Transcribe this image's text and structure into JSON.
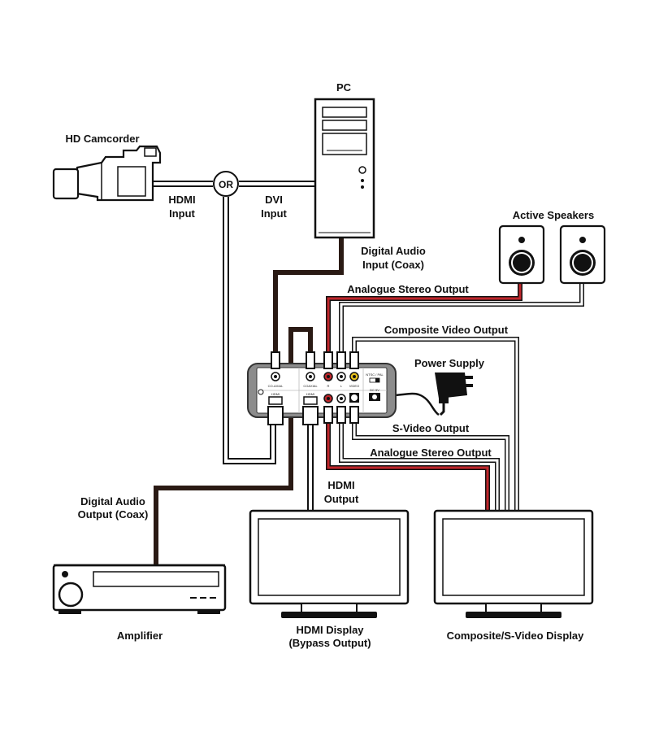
{
  "labels": {
    "pc": "PC",
    "hd_camcorder": "HD Camcorder",
    "or": "OR",
    "hdmi_input_1": "HDMI",
    "hdmi_input_2": "Input",
    "dvi_input_1": "DVI",
    "dvi_input_2": "Input",
    "digital_audio_input_1": "Digital Audio",
    "digital_audio_input_2": "Input (Coax)",
    "active_speakers": "Active Speakers",
    "analogue_stereo_output_top": "Analogue Stereo Output",
    "composite_video_output": "Composite Video Output",
    "power_supply": "Power Supply",
    "svideo_output": "S-Video Output",
    "analogue_stereo_output_bottom": "Analogue Stereo Output",
    "digital_audio_output_1": "Digital Audio",
    "digital_audio_output_2": "Output (Coax)",
    "hdmi_output_1": "HDMI",
    "hdmi_output_2": "Output",
    "amplifier": "Amplifier",
    "hdmi_display_1": "HDMI Display",
    "hdmi_display_2": "(Bypass Output)",
    "composite_display": "Composite/S-Video Display"
  },
  "device_panel": {
    "top_left_port": "CO-AXIAL",
    "top_mid_port": "COAXIAL",
    "top_r": "R",
    "top_l": "L",
    "top_video": "VIDEO",
    "switch": "NTSC / PAL",
    "bottom_left_port": "HDMI",
    "bottom_mid_port": "HDMI",
    "dc": "DC 5V"
  },
  "colors": {
    "audio_cable": "#2a1a14",
    "red_cable": "#c0262b",
    "gray_cable": "#9a9a9a",
    "outline": "#111111"
  }
}
